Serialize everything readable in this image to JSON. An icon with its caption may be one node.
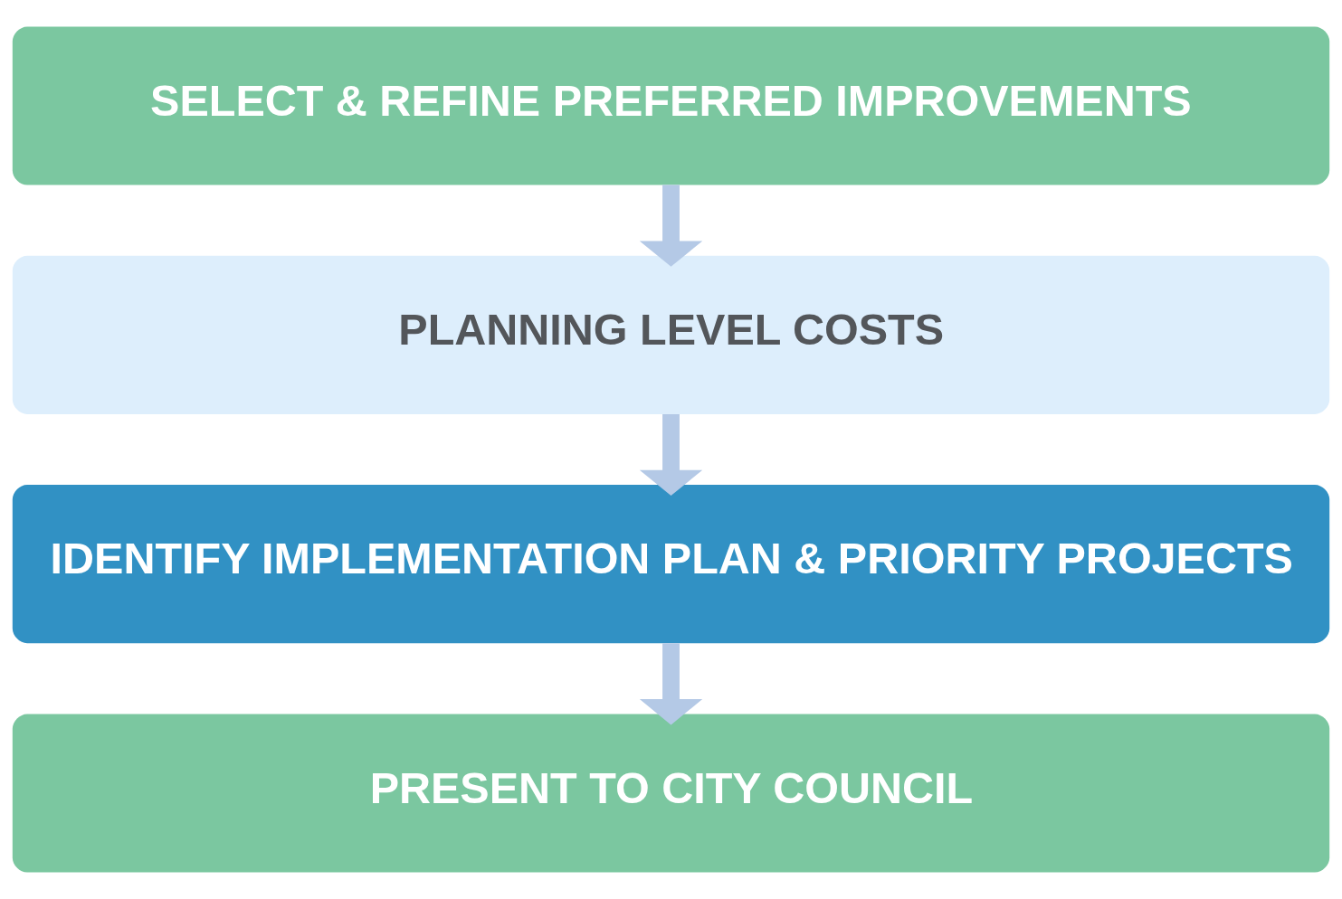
{
  "diagram": {
    "nodes": [
      {
        "text": [
          "SELECT & REFINE PREFERRED IMPROVEMENTS"
        ]
      },
      {
        "text": [
          "PLANNING LEVEL COSTS"
        ]
      },
      {
        "text": [
          "IDENTIFY IMPLEMENTATION PLAN & PRIORITY PROJECTS"
        ]
      },
      {
        "text": [
          "PRESENT TO CITY COUNCIL"
        ]
      }
    ],
    "edges": [
      {
        "from": 0,
        "to": 1,
        "arrow": "to"
      },
      {
        "from": 1,
        "to": 2,
        "arrow": "to"
      },
      {
        "from": 2,
        "to": 3,
        "arrow": "to"
      }
    ]
  }
}
